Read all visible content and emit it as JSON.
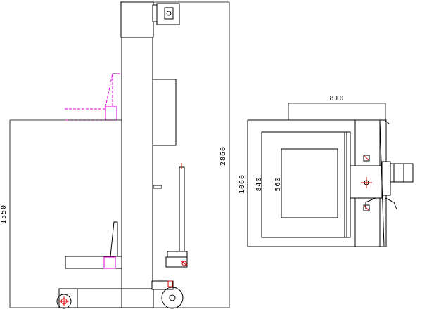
{
  "drawing": {
    "side_view": {
      "dimension_height_total": "2860",
      "dimension_height_table": "1550"
    },
    "top_view": {
      "dimension_width_overall": "810",
      "dimension_depth_overall": "1060",
      "dimension_depth_inner": "840",
      "dimension_depth_platform": "560"
    }
  },
  "colors": {
    "line": "#000000",
    "highlight": "#e000e0",
    "marker": "#e00000",
    "background": "#ffffff"
  }
}
